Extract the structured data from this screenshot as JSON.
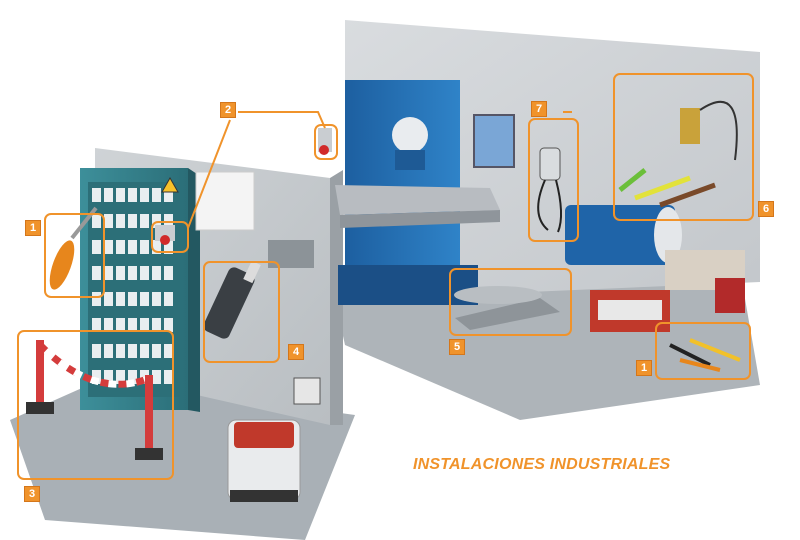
{
  "caption": "INSTALACIONES INDUSTRIALES",
  "accent_color": "#f0932b",
  "callouts": [
    {
      "id": "1",
      "item": "insulated-screwdriver"
    },
    {
      "id": "2",
      "item": "emergency-stop-switch"
    },
    {
      "id": "3",
      "item": "safety-barrier-posts"
    },
    {
      "id": "4",
      "item": "voltage-detector"
    },
    {
      "id": "5",
      "item": "insulating-mat"
    },
    {
      "id": "6",
      "item": "test-leads"
    },
    {
      "id": "7",
      "item": "two-pole-voltage-tester"
    },
    {
      "id": "1",
      "item": "insulated-pliers"
    }
  ]
}
